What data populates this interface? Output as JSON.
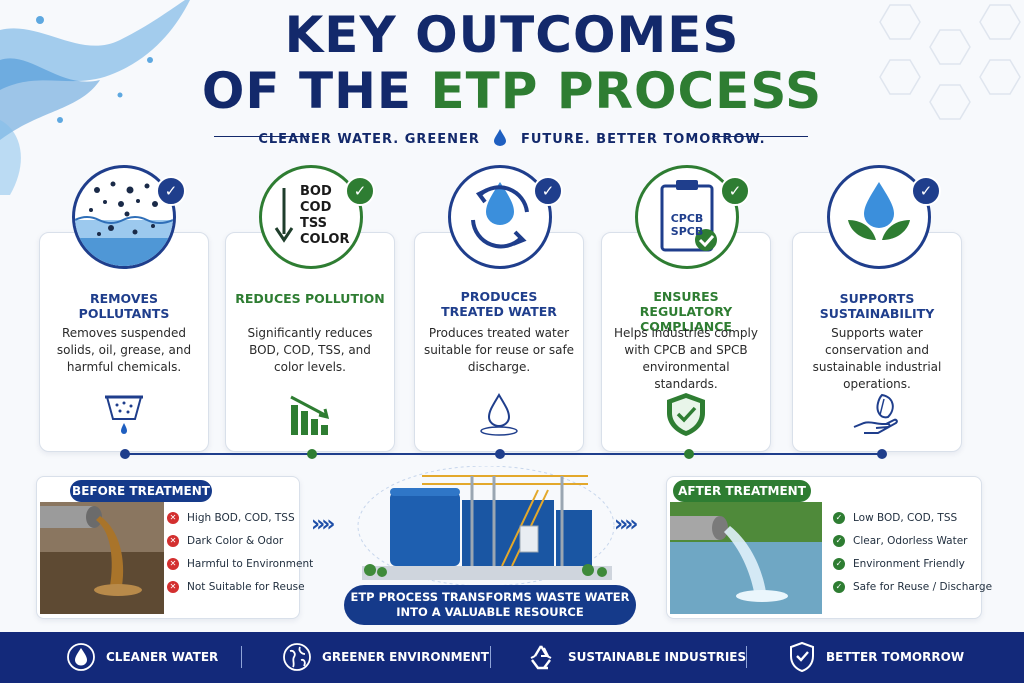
{
  "header": {
    "title_line1": "KEY OUTCOMES",
    "title_line2_prefix": "OF THE ",
    "title_line2_highlight": "ETP PROCESS",
    "tagline_left": "CLEANER WATER.  GREENER",
    "tagline_right": "FUTURE. BETTER TOMORROW."
  },
  "outcomes": [
    {
      "title": "REMOVES POLLUTANTS",
      "desc": "Removes suspended solids, oil, grease, and harmful chemicals.",
      "icon": "filter-icon",
      "color": "#1f3e8c"
    },
    {
      "title": "REDUCES POLLUTION",
      "desc": "Significantly reduces BOD, COD, TSS, and color levels.",
      "icon": "declining-bars-icon",
      "color": "#2e7d32",
      "circle_lines": [
        "BOD",
        "COD",
        "TSS",
        "COLOR"
      ]
    },
    {
      "title": "PRODUCES TREATED WATER",
      "title_line1": "PRODUCES",
      "title_line2": "TREATED WATER",
      "desc": "Produces treated water suitable for reuse or safe discharge.",
      "icon": "water-drop-icon",
      "color": "#1f3e8c"
    },
    {
      "title": "ENSURES REGULATORY COMPLIANCE",
      "title_line1": "ENSURES REGULATORY",
      "title_line2": "COMPLIANCE",
      "desc": "Helps industries comply with CPCB and SPCB environmental standards.",
      "icon": "shield-check-icon",
      "color": "#2e7d32",
      "clip_line1": "CPCB",
      "clip_line2": "SPCB"
    },
    {
      "title": "SUPPORTS SUSTAINABILITY",
      "desc": "Supports water conservation and sustainable industrial operations.",
      "icon": "hand-leaf-icon",
      "color": "#1f3e8c"
    }
  ],
  "before": {
    "badge": "BEFORE TREATMENT",
    "items": [
      "High BOD, COD, TSS",
      "Dark Color & Odor",
      "Harmful to Environment",
      "Not Suitable for Reuse"
    ]
  },
  "after": {
    "badge": "AFTER TREATMENT",
    "items": [
      "Low BOD, COD, TSS",
      "Clear, Odorless Water",
      "Environment Friendly",
      "Safe for Reuse / Discharge"
    ]
  },
  "caption": {
    "line1": "ETP PROCESS TRANSFORMS WASTE WATER",
    "line2": "INTO A VALUABLE RESOURCE"
  },
  "footer": [
    {
      "label": "CLEANER WATER",
      "icon": "water-drop-icon"
    },
    {
      "label": "GREENER ENVIRONMENT",
      "icon": "globe-icon"
    },
    {
      "label": "SUSTAINABLE INDUSTRIES",
      "icon": "recycle-icon"
    },
    {
      "label": "BETTER TOMORROW",
      "icon": "shield-check-icon"
    }
  ],
  "colors": {
    "navy": "#13296b",
    "green": "#2e7d32",
    "blue": "#1f4fa8",
    "red": "#d32f2f"
  }
}
